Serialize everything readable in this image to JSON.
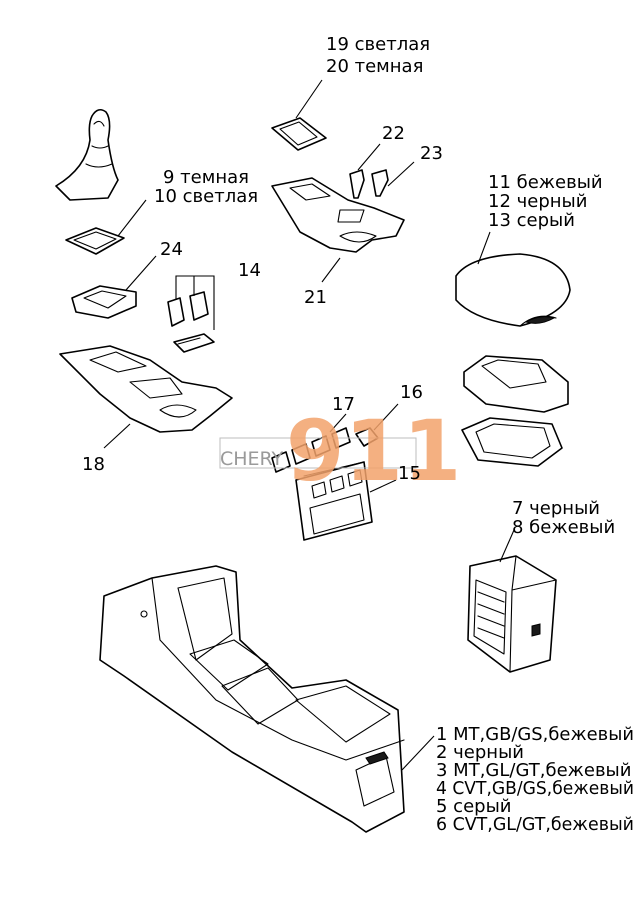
{
  "labels": {
    "p19": "19 светлая",
    "p20": "20 темная",
    "p22": "22",
    "p23": "23",
    "p9": "9 темная",
    "p10": "10 светлая",
    "p11": "11 бежевый",
    "p12": "12 черный",
    "p13": "13 серый",
    "p24": "24",
    "p14": "14",
    "p21": "21",
    "p17": "17",
    "p16": "16",
    "p18": "18",
    "p15": "15",
    "p7": "7  черный",
    "p8": "8  бежевый",
    "p1": "1 MT,GB/GS,бежевый",
    "p2": "2 черный",
    "p3": "3 MT,GL/GT,бежевый",
    "p4": "4 CVT,GB/GS,бежевый",
    "p5": "5 серый",
    "p6": "6 CVT,GL/GT,бежевый"
  },
  "watermark": {
    "text": "CHERY",
    "digits": "911",
    "color": "#f3a36c"
  }
}
